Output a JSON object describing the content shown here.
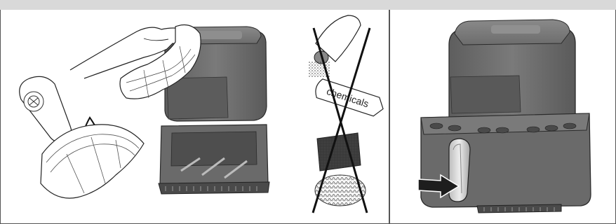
{
  "panels": [
    {
      "id": "cleaning",
      "description_label": ""
    },
    {
      "id": "reinsert-drawer",
      "description_label": ""
    }
  ],
  "forbidden": {
    "label_text": "chemicals"
  },
  "colors": {
    "appliance_body": "#6e6e6e",
    "appliance_dark": "#505050",
    "appliance_light": "#9a9a9a",
    "outline": "#2b2b2b",
    "header_strip": "#d9d9d9",
    "arrow": "#1e1e1e"
  },
  "icons": [
    "hand-with-cloth",
    "detergent-bottle",
    "water-drop",
    "cloth",
    "prohibited-cross",
    "spray-bottle",
    "sponge",
    "steel-wool",
    "push-arrow"
  ]
}
